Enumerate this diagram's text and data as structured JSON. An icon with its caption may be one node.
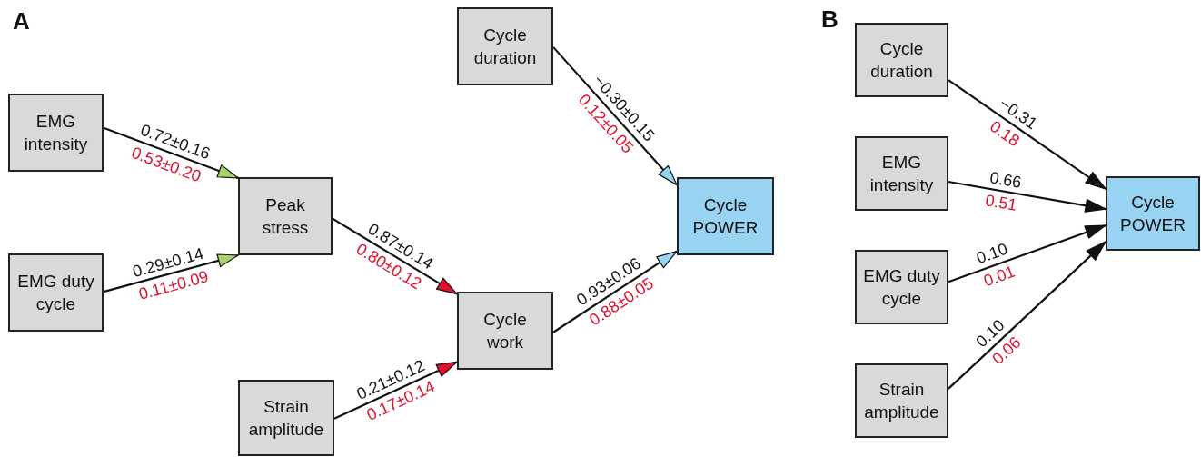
{
  "diagram": {
    "nodes": [
      {
        "text": [
          "Cycle duration"
        ]
      },
      {
        "text": [
          "EMG intensity"
        ]
      },
      {
        "text": [
          "Peak stress"
        ]
      },
      {
        "text": [
          "Cycle POWER"
        ]
      },
      {
        "text": [
          "EMG duty cycle"
        ]
      },
      {
        "text": [
          "Cycle work"
        ]
      },
      {
        "text": [
          "Strain amplitude"
        ]
      },
      {
        "text": [
          "Cycle duration"
        ]
      },
      {
        "text": [
          "EMG intensity"
        ]
      },
      {
        "text": [
          "Cycle POWER"
        ]
      },
      {
        "text": [
          "EMG duty cycle"
        ]
      },
      {
        "text": [
          "Strain amplitude"
        ]
      }
    ],
    "edges": [
      {
        "from": 1,
        "to": 2,
        "arrow": "to",
        "label": "0.72±0.16"
      },
      {
        "from": 4,
        "to": 2,
        "arrow": "to",
        "label": "0.29±0.14"
      },
      {
        "from": 2,
        "to": 5,
        "arrow": "to",
        "label": "0.87±0.14"
      },
      {
        "from": 6,
        "to": 5,
        "arrow": "to",
        "label": "0.21±0.12"
      },
      {
        "from": 0,
        "to": 3,
        "arrow": "to",
        "label": "−0.30±0.15"
      },
      {
        "from": 5,
        "to": 3,
        "arrow": "to",
        "label": "0.93±0.06"
      },
      {
        "from": 7,
        "to": 9,
        "arrow": "to",
        "label": "−0.31"
      },
      {
        "from": 8,
        "to": 9,
        "arrow": "to",
        "label": "0.66"
      },
      {
        "from": 10,
        "to": 9,
        "arrow": "to",
        "label": "0.10"
      },
      {
        "from": 11,
        "to": 9,
        "arrow": "to",
        "label": "0.10"
      }
    ],
    "labels": [
      "A",
      "B",
      "0.53±0.20",
      "0.11±0.09",
      "0.80±0.12",
      "0.17±0.14",
      "0.12±0.05",
      "0.88±0.05",
      "0.18",
      "0.51",
      "0.01",
      "0.06"
    ]
  }
}
